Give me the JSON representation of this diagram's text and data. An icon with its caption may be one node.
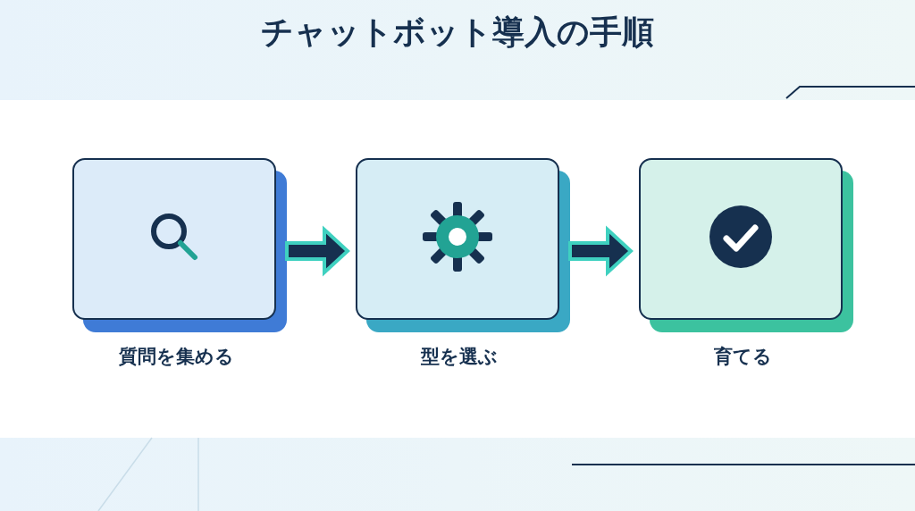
{
  "diagram": {
    "title": "チャットボット導入の手順",
    "nodes": [
      {
        "text": [
          "質問を集める"
        ]
      },
      {
        "text": [
          "型を選ぶ"
        ]
      },
      {
        "text": [
          "育てる"
        ]
      }
    ],
    "edges": [
      {
        "from": 0,
        "to": 1,
        "arrow": "to"
      },
      {
        "from": 1,
        "to": 2,
        "arrow": "to"
      }
    ]
  }
}
